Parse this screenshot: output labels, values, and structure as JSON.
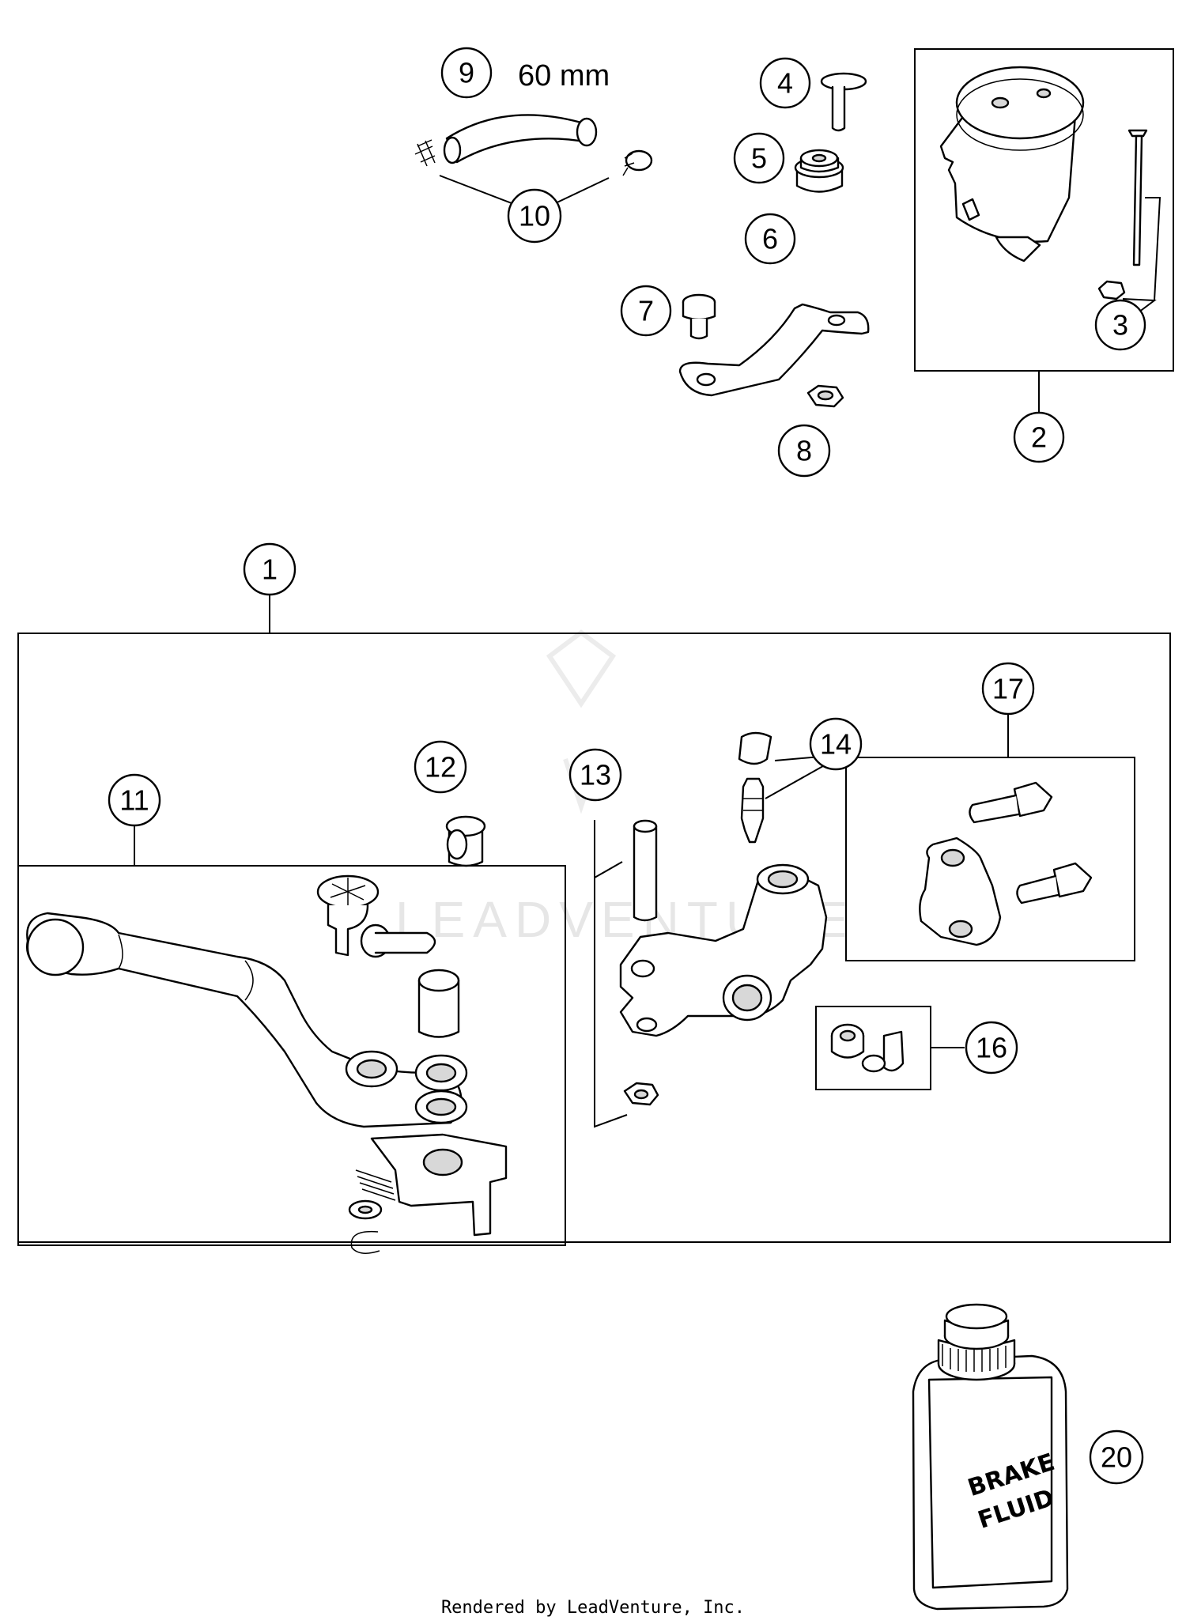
{
  "callouts": {
    "c1": "1",
    "c2": "2",
    "c3": "3",
    "c4": "4",
    "c5": "5",
    "c6": "6",
    "c7": "7",
    "c8": "8",
    "c9": "9",
    "c10": "10",
    "c11": "11",
    "c12": "12",
    "c13": "13",
    "c14": "14",
    "c16": "16",
    "c17": "17",
    "c20": "20"
  },
  "hose_length_label": "60 mm",
  "bottle_label": {
    "line1": "BRAKE",
    "line2": "FLUID"
  },
  "watermark": "LEADVENTURE",
  "footer": "Rendered by LeadVenture, Inc."
}
